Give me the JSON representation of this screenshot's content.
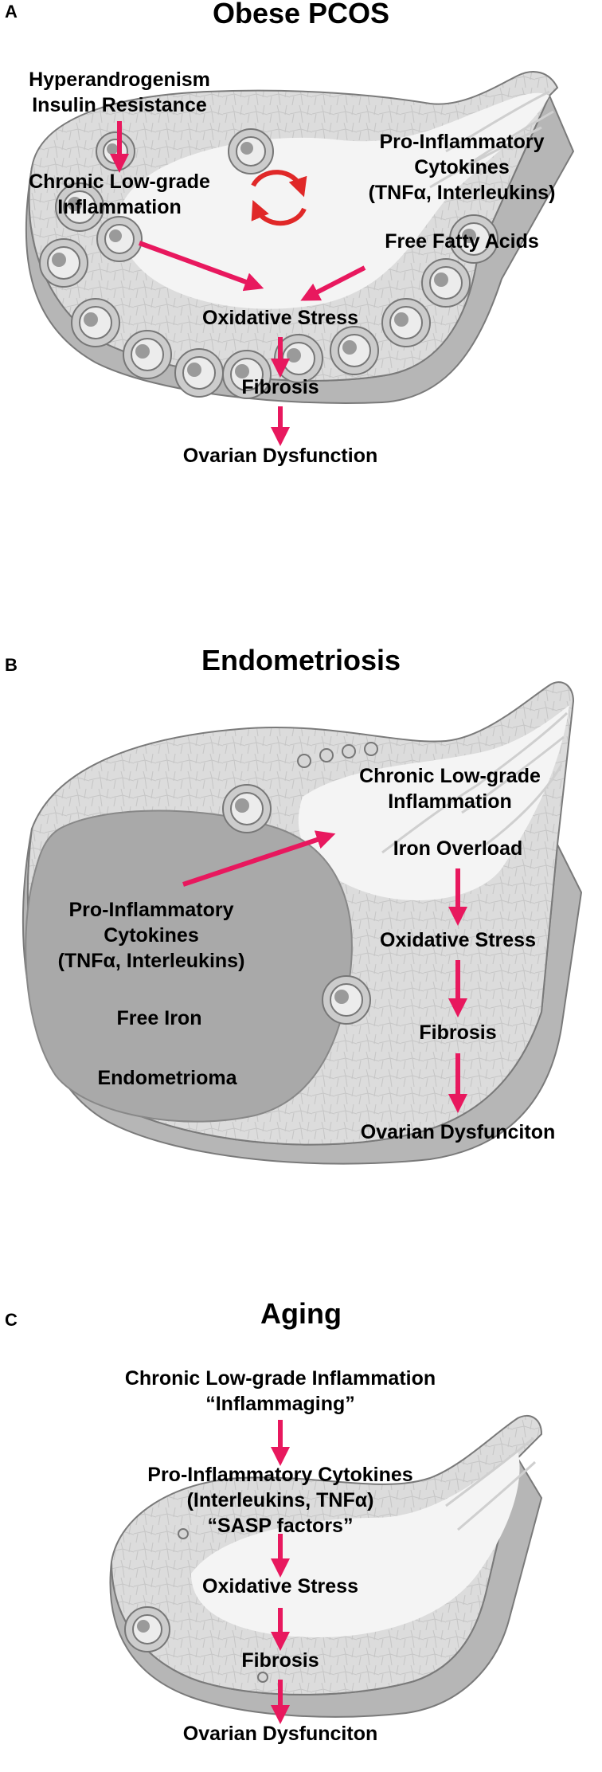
{
  "panel_a": {
    "letter": "A",
    "title": "Obese PCOS",
    "hyperandrogenism": "Hyperandrogenism",
    "insulin_resistance": "Insulin Resistance",
    "chronic_line1": "Chronic Low-grade",
    "chronic_line2": "Inflammation",
    "cytokines_line1": "Pro-Inflammatory",
    "cytokines_line2": "Cytokines",
    "cytokines_line3": "(TNFα, Interleukins)",
    "free_fatty_acids": "Free Fatty Acids",
    "oxidative_stress": "Oxidative Stress",
    "fibrosis": "Fibrosis",
    "ovarian_dysfunction": "Ovarian Dysfunction"
  },
  "panel_b": {
    "letter": "B",
    "title": "Endometriosis",
    "chronic_line1": "Chronic Low-grade",
    "chronic_line2": "Inflammation",
    "iron_overload": "Iron Overload",
    "oxidative_stress": "Oxidative Stress",
    "fibrosis": "Fibrosis",
    "ovarian_dysfunction": "Ovarian Dysfunciton",
    "cytokines_line1": "Pro-Inflammatory",
    "cytokines_line2": "Cytokines",
    "cytokines_line3": "(TNFα, Interleukins)",
    "free_iron": "Free Iron",
    "endometrioma": "Endometrioma"
  },
  "panel_c": {
    "letter": "C",
    "title": "Aging",
    "chronic_line1": "Chronic Low-grade Inflammation",
    "chronic_line2": "“Inflammaging”",
    "cytokines_line1": "Pro-Inflammatory  Cytokines",
    "cytokines_line2": "(Interleukins,  TNFα)",
    "cytokines_line3": "“SASP factors”",
    "oxidative_stress": "Oxidative Stress",
    "fibrosis": "Fibrosis",
    "ovarian_dysfunction": "Ovarian Dysfunciton"
  },
  "colors": {
    "arrow": "#e8185e",
    "cycle_arrow": "#e02828",
    "ovary_fill": "#dcdcdc",
    "ovary_edge": "#7a7a7a",
    "medulla": "#f4f4f4",
    "endometrioma": "#a9a9a9"
  }
}
